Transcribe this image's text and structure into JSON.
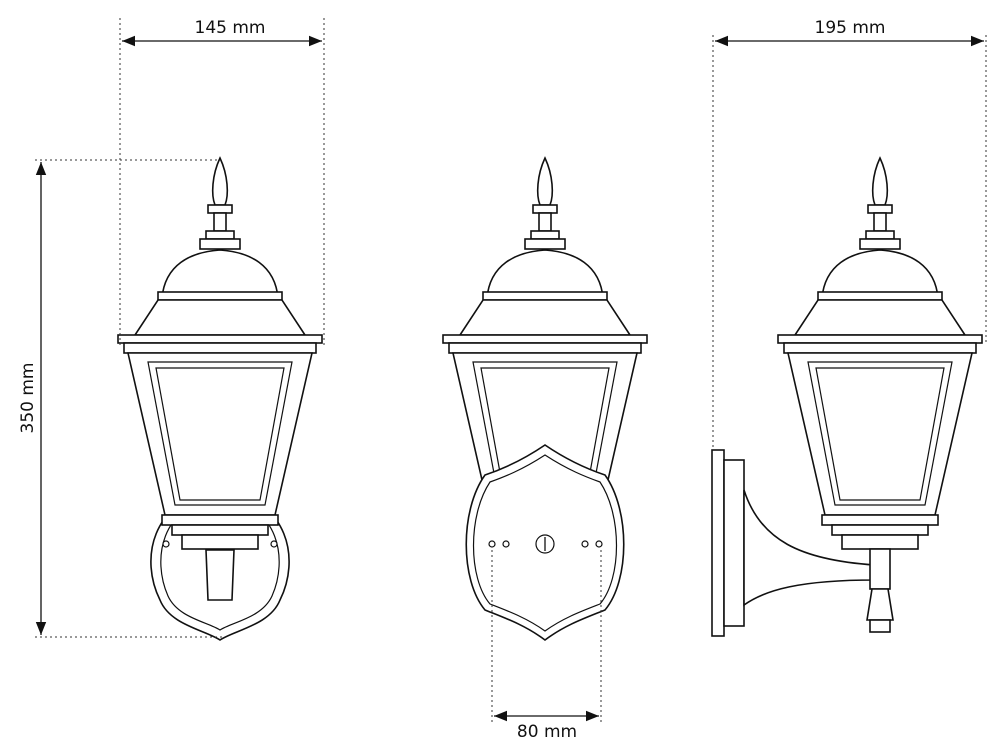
{
  "dimensions": {
    "width_front": "145 mm",
    "width_side": "195 mm",
    "height": "350 mm",
    "mount_spacing": "80 mm"
  },
  "colors": {
    "line": "#111111",
    "background": "#ffffff"
  }
}
